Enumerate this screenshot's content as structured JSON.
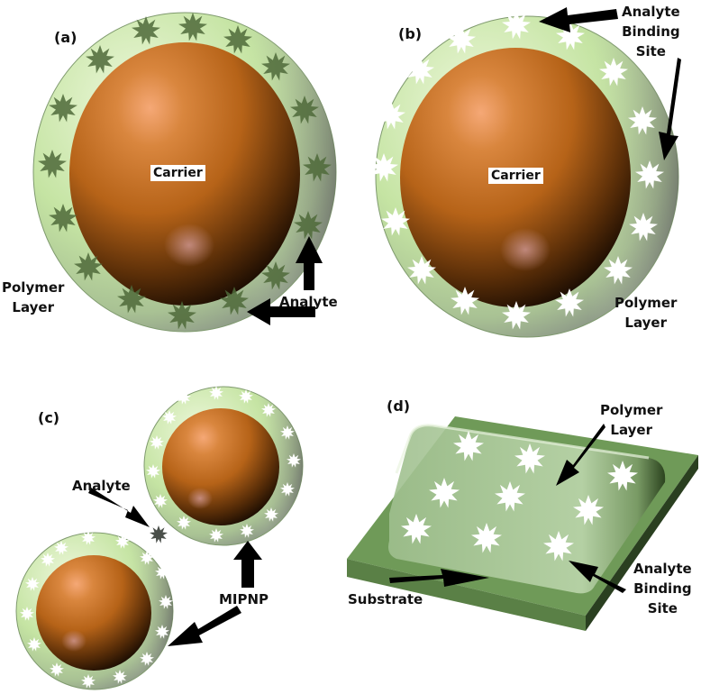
{
  "panels": {
    "a": {
      "label": "(a)",
      "core_label": "Carrier",
      "polymer_label_line1": "Polymer",
      "polymer_label_line2": "Layer",
      "analyte_label": "Analyte"
    },
    "b": {
      "label": "(b)",
      "core_label": "Carrier",
      "binding_label_line1": "Analyte",
      "binding_label_line2": "Binding",
      "binding_label_line3": "Site",
      "polymer_label_line1": "Polymer",
      "polymer_label_line2": "Layer"
    },
    "c": {
      "label": "(c)",
      "analyte_label": "Analyte",
      "particle_label": "MIPNP"
    },
    "d": {
      "label": "(d)",
      "polymer_label_line1": "Polymer",
      "polymer_label_line2": "Layer",
      "substrate_label": "Substrate",
      "binding_label_line1": "Analyte",
      "binding_label_line2": "Binding",
      "binding_label_line3": "Site"
    }
  },
  "colors": {
    "polymer_shell": "#c8e6a8",
    "carrier_core": "#b8651a",
    "substrate": "#5e8a4a",
    "arrow": "#000000",
    "binding_site": "#ffffff",
    "analyte": "#4f6a3a"
  }
}
